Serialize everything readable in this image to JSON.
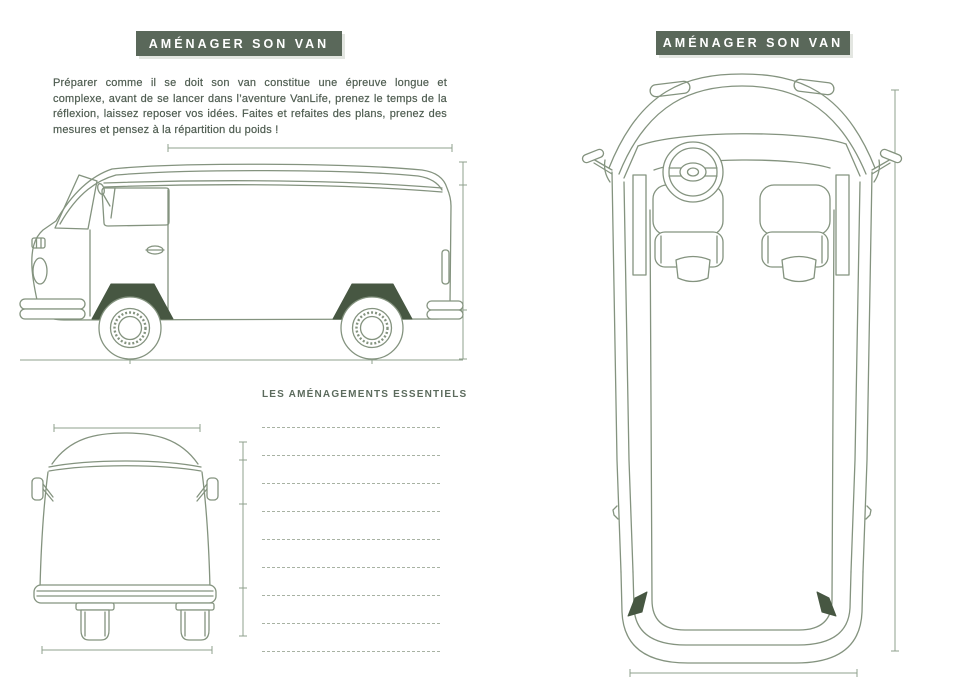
{
  "left_page": {
    "title": "AMÉNAGER SON VAN",
    "intro": "Préparer comme il se doit son van constitue une épreuve longue et complexe, avant de se lancer dans l’aventure VanLife, prenez le temps de la réflexion, laissez reposer vos idées. Faites et refaites des plans, prenez des mesures et pensez à la répartition du poids !",
    "notes_title": "LES AMÉNAGEMENTS ESSENTIELS",
    "note_lines_count": 9,
    "drawings": [
      "van-side-view",
      "van-rear-view"
    ]
  },
  "right_page": {
    "title": "AMÉNAGER SON VAN",
    "drawings": [
      "van-top-view"
    ]
  },
  "colors": {
    "badge_green": "#5a685a",
    "accent_dark_green": "#475742",
    "drawing_line": "#84937f",
    "text_green": "#4f5d51",
    "rule_line": "#a8b2a3"
  }
}
